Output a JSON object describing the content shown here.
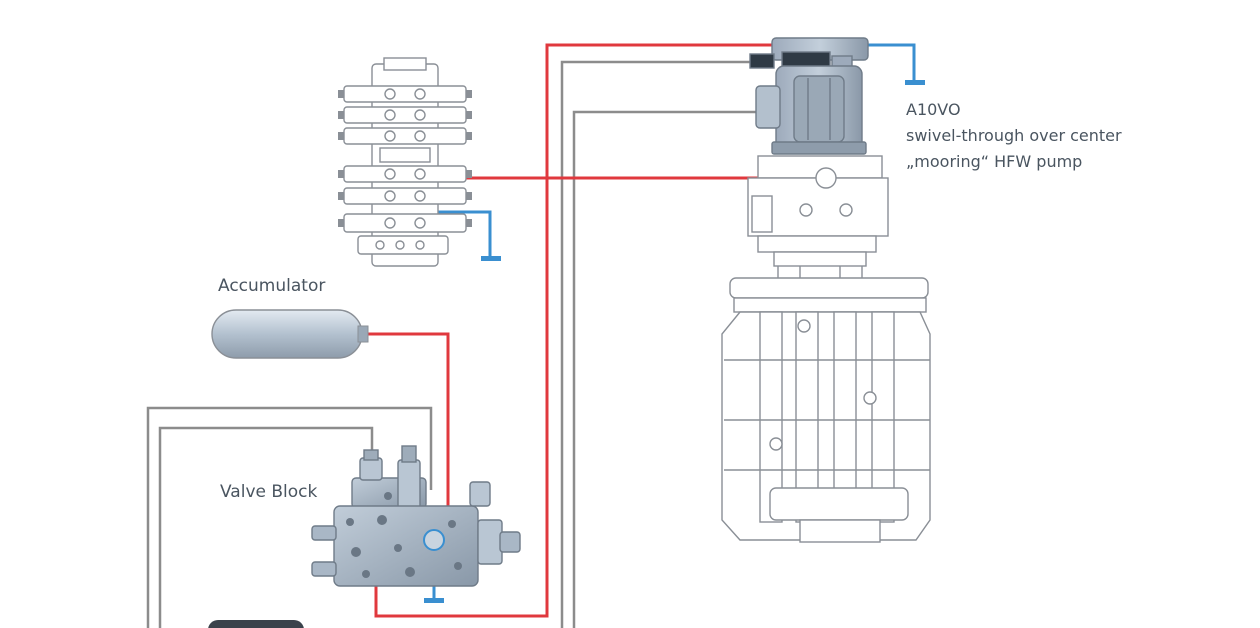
{
  "labels": {
    "pump": [
      "A10VO",
      "swivel-through over center",
      "„mooring“ HFW pump"
    ],
    "accumulator": "Accumulator",
    "valve_block": "Valve Block"
  },
  "colors": {
    "pressure_line": "#e0383e",
    "tank_line": "#3a8fd0",
    "return_line": "#8c8c8c",
    "component_fill": "#a9b7c6",
    "component_dark": "#2f3a45",
    "outline": "#8a8f96",
    "label_text": "#4a5560"
  }
}
